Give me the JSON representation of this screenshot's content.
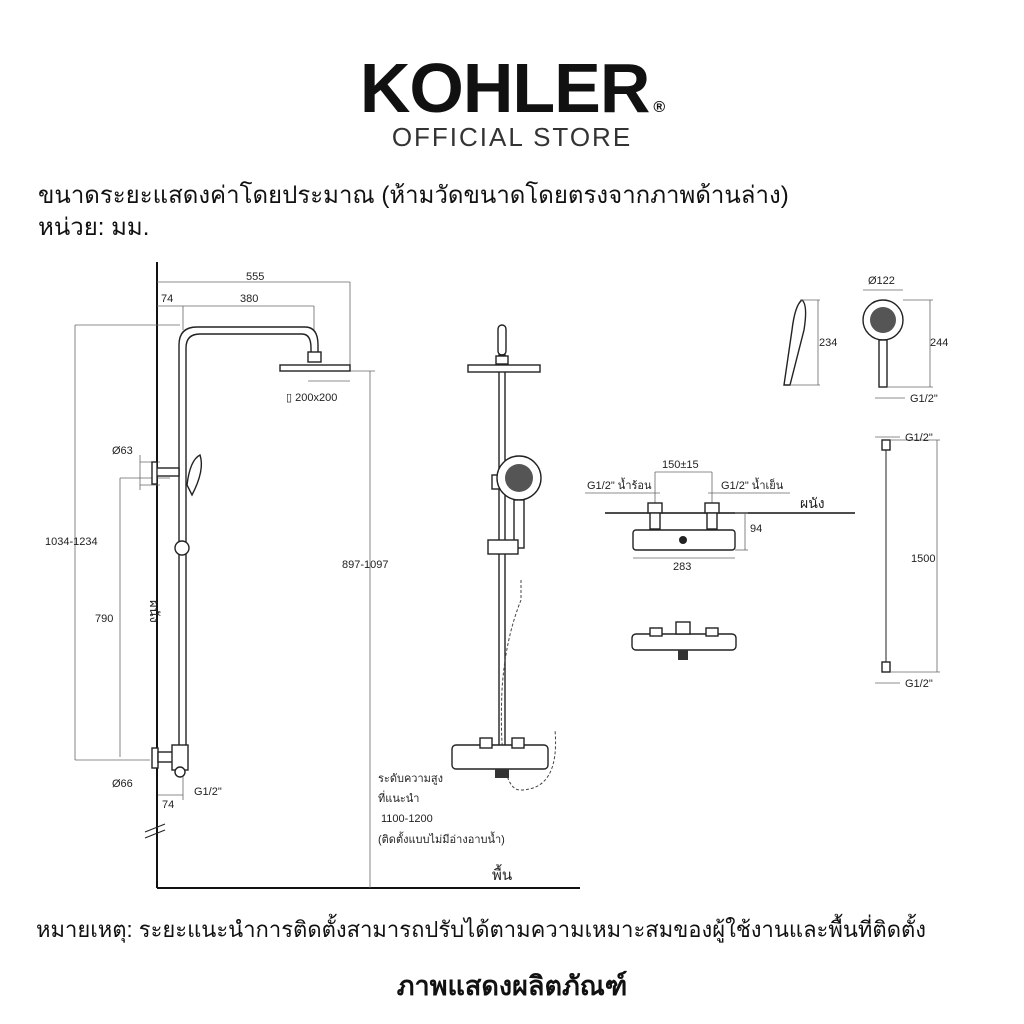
{
  "brand": {
    "name": "KOHLER",
    "registered": "®",
    "subtitle": "OFFICIAL STORE"
  },
  "header": {
    "line1": "ขนาดระยะแสดงค่าโดยประมาณ (ห้ามวัดขนาดโดยตรงจากภาพด้านล่าง)",
    "line2": "หน่วย: มม."
  },
  "side_view": {
    "width_total": "555",
    "offset_wall": "74",
    "arm_length": "380",
    "head_size": "▯ 200x200",
    "height_total": "1034-1234",
    "height_head": "897-1097",
    "height_valve": "790",
    "dia_holder": "Ø63",
    "dia_valve": "Ø66",
    "offset_bottom": "74",
    "thread": "G1/2\"",
    "wall_label": "ผนัง"
  },
  "front_view": {
    "recommended_label_1": "ระดับความสูง",
    "recommended_label_2": "ที่แนะนำ",
    "recommended_value": "1100-1200",
    "recommended_note": "(ติดตั้งแบบไม่มีอ่างอาบน้ำ)",
    "floor_label": "พื้น"
  },
  "hand_shower": {
    "side_height": "234",
    "diameter": "Ø122",
    "front_height": "244",
    "thread": "G1/2\""
  },
  "hose": {
    "length": "1500",
    "thread_top": "G1/2\"",
    "thread_bottom": "G1/2\""
  },
  "mixer": {
    "spacing": "150±15",
    "hot_inlet": "G1/2\" น้ำร้อน",
    "cold_inlet": "G1/2\" น้ำเย็น",
    "wall_label": "ผนัง",
    "depth": "94",
    "width": "283"
  },
  "note": "หมายเหตุ: ระยะแนะนำการติดตั้งสามารถปรับได้ตามความเหมาะสมของผู้ใช้งานและพื้นที่ติดตั้ง",
  "footer_title": "ภาพแสดงผลิตภัณฑ์"
}
